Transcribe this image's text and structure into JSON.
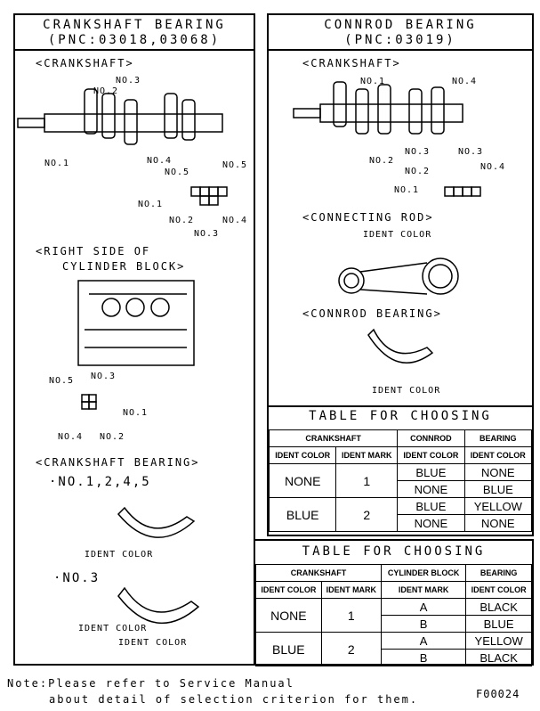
{
  "left": {
    "title1": "CRANKSHAFT BEARING",
    "title2": "(PNC:03018,03068)",
    "crank_label": "<CRANKSHAFT>",
    "crank_nos": {
      "n1": "NO.1",
      "n2": "NO.2",
      "n3": "NO.3",
      "n4": "NO.4",
      "n5": "NO.5"
    },
    "mark_nos": {
      "n1": "NO.1",
      "n2": "NO.2",
      "n3": "NO.3",
      "n4": "NO.4",
      "n5": "NO.5"
    },
    "block_label1": "<RIGHT SIDE OF",
    "block_label2": "CYLINDER BLOCK>",
    "block_nos": {
      "n1": "NO.1",
      "n2": "NO.2",
      "n3": "NO.3",
      "n4": "NO.4",
      "n5": "NO.5"
    },
    "bearing_label": "<CRANKSHAFT BEARING>",
    "group1": "·NO.1,2,4,5",
    "ident1": "IDENT COLOR",
    "group2": "·NO.3",
    "ident2a": "IDENT COLOR",
    "ident2b": "IDENT COLOR"
  },
  "right": {
    "title1": "CONNROD BEARING",
    "title2": "(PNC:03019)",
    "crank_label": "<CRANKSHAFT>",
    "crank_nos": {
      "n1": "NO.1",
      "n2": "NO.2",
      "n3": "NO.3",
      "n4": "NO.4"
    },
    "mark_nos": {
      "n1": "NO.1",
      "n2": "NO.2",
      "n3": "NO.3",
      "n4": "NO.4"
    },
    "rod_label": "<CONNECTING ROD>",
    "rod_ident": "IDENT COLOR",
    "bearing_label": "<CONNROD BEARING>",
    "bearing_ident": "IDENT COLOR"
  },
  "table1": {
    "title": "TABLE FOR CHOOSING",
    "h1": [
      "CRANKSHAFT",
      "CONNROD",
      "BEARING"
    ],
    "h2": [
      "IDENT COLOR",
      "IDENT MARK",
      "IDENT COLOR",
      "IDENT COLOR"
    ],
    "rows": [
      {
        "color": "NONE",
        "mark": "1",
        "sub": [
          [
            "BLUE",
            "NONE"
          ],
          [
            "NONE",
            "BLUE"
          ]
        ]
      },
      {
        "color": "BLUE",
        "mark": "2",
        "sub": [
          [
            "BLUE",
            "YELLOW"
          ],
          [
            "NONE",
            "NONE"
          ]
        ]
      }
    ]
  },
  "table2": {
    "title": "TABLE FOR CHOOSING",
    "h1": [
      "CRANKSHAFT",
      "CYLINDER BLOCK",
      "BEARING"
    ],
    "h2": [
      "IDENT COLOR",
      "IDENT MARK",
      "IDENT MARK",
      "IDENT COLOR"
    ],
    "rows": [
      {
        "color": "NONE",
        "mark": "1",
        "sub": [
          [
            "A",
            "BLACK"
          ],
          [
            "B",
            "BLUE"
          ]
        ]
      },
      {
        "color": "BLUE",
        "mark": "2",
        "sub": [
          [
            "A",
            "YELLOW"
          ],
          [
            "B",
            "BLACK"
          ]
        ]
      }
    ]
  },
  "note1": "Note:Please refer to Service Manual",
  "note2": "about detail of selection criterion for them.",
  "code": "F00024"
}
